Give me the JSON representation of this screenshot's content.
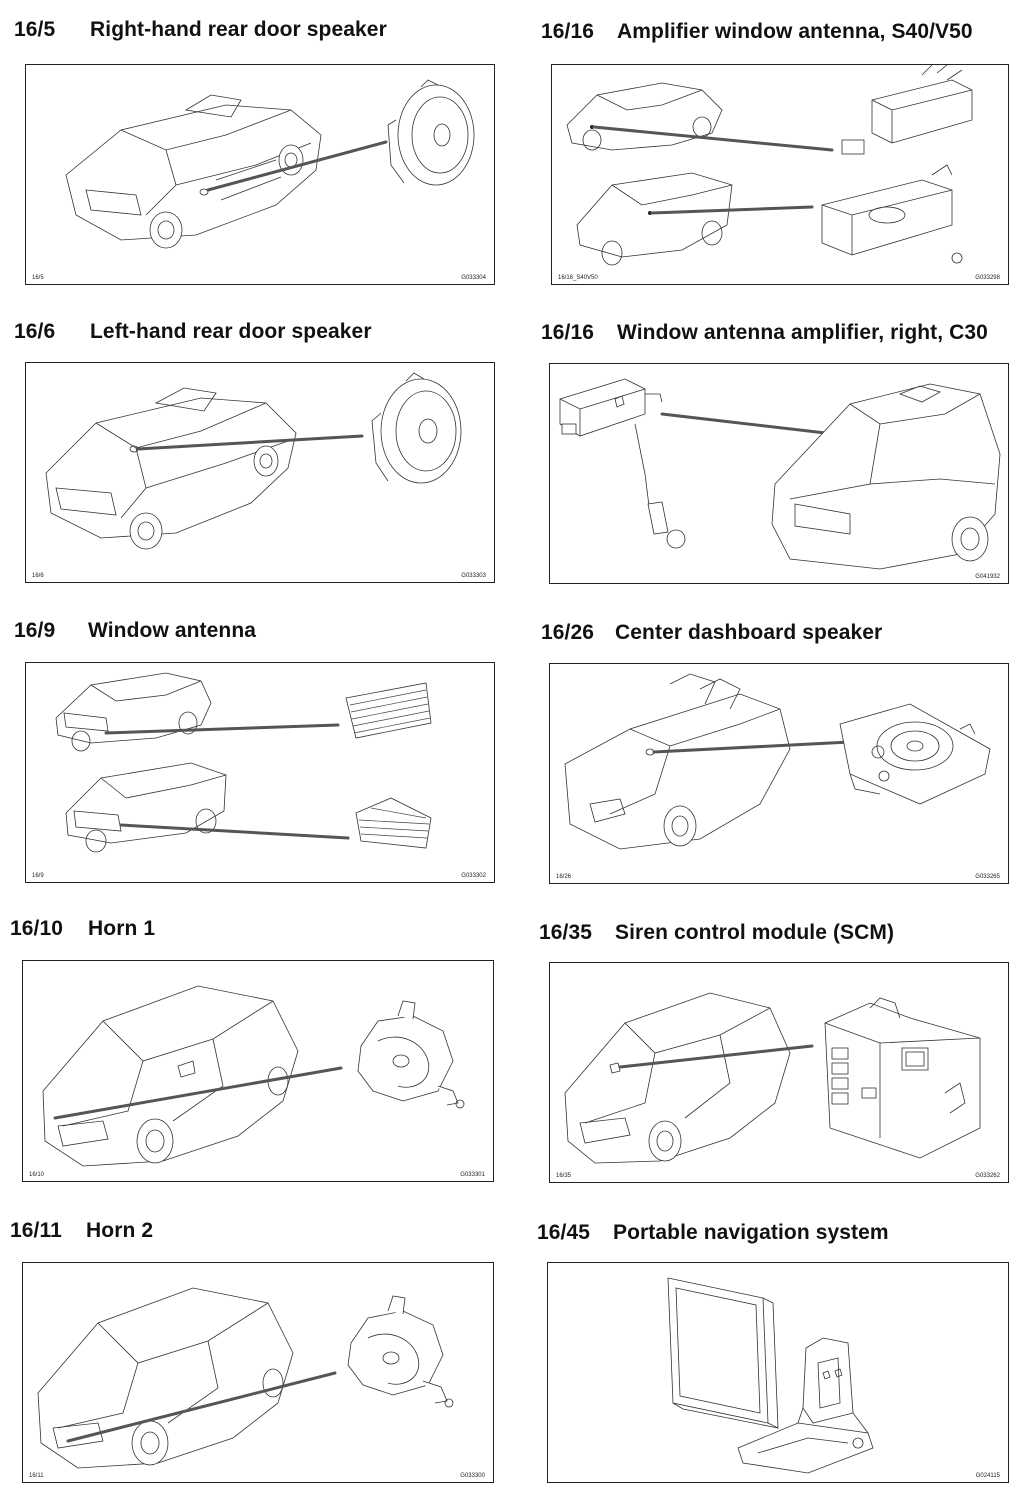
{
  "entries": [
    {
      "code": "16/5",
      "title": "Right-hand rear door speaker",
      "ref": "16/5",
      "fig": "G033304"
    },
    {
      "code": "16/16",
      "title": "Amplifier window antenna, S40/V50",
      "ref": "16/16_S40V50",
      "fig": "G033298"
    },
    {
      "code": "16/6",
      "title": "Left-hand rear door speaker",
      "ref": "16/6",
      "fig": "G033303"
    },
    {
      "code": "16/16",
      "title": "Window antenna amplifier, right, C30",
      "ref": "",
      "fig": "G041932"
    },
    {
      "code": "16/9",
      "title": "Window antenna",
      "ref": "16/9",
      "fig": "G033302"
    },
    {
      "code": "16/26",
      "title": "Center dashboard speaker",
      "ref": "16/26",
      "fig": "G033265"
    },
    {
      "code": "16/10",
      "title": "Horn 1",
      "ref": "16/10",
      "fig": "G033301"
    },
    {
      "code": "16/35",
      "title": "Siren control module (SCM)",
      "ref": "16/35",
      "fig": "G033262"
    },
    {
      "code": "16/11",
      "title": "Horn 2",
      "ref": "16/11",
      "fig": "G033300"
    },
    {
      "code": "16/45",
      "title": "Portable navigation system",
      "ref": "",
      "fig": "G024115"
    }
  ]
}
